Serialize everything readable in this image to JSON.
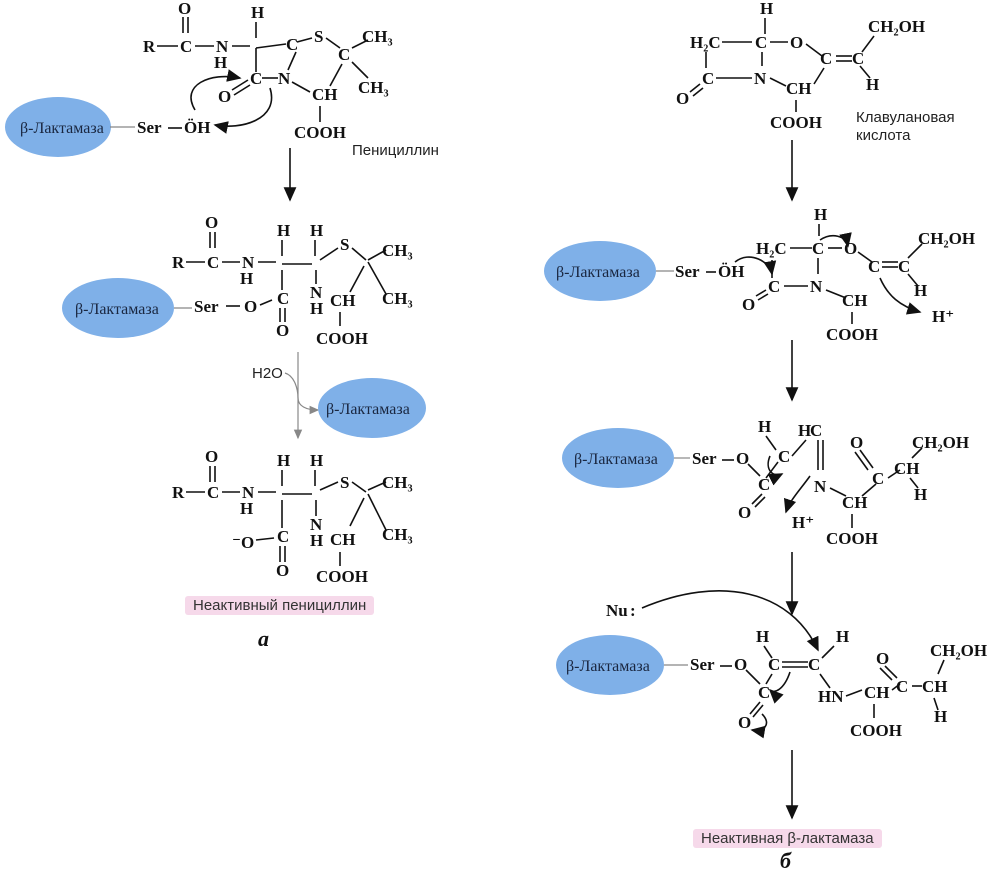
{
  "enzyme_label": "β-Лактамаза",
  "panel_a": {
    "penicillin_label": "Пенициллин",
    "inactive_label": "Неактивный пенициллин",
    "panel_letter": "а",
    "water": "H2O"
  },
  "panel_b": {
    "clavulanic_label_1": "Клавулановая",
    "clavulanic_label_2": "кислота",
    "inactive_label": "Неактивная β-лактамаза",
    "panel_letter": "б",
    "nu": "Nu"
  },
  "colors": {
    "enzyme_fill": "#7fb0e8",
    "tag_fill": "#f6d9ea"
  }
}
